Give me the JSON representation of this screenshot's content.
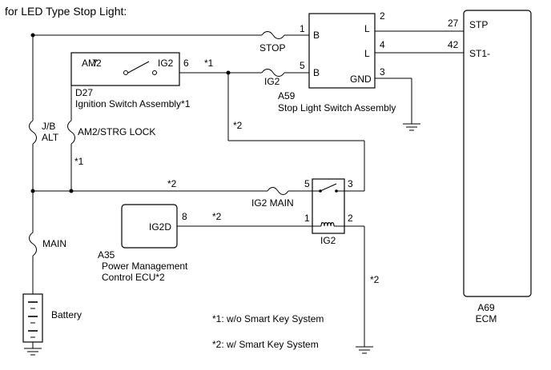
{
  "title": "for LED Type Stop Light:",
  "note_1": "*1: w/o Smart Key System",
  "note_2": "*2: w/ Smart Key System",
  "fuses": {
    "stop": "STOP",
    "ig2_top": "IG2",
    "jb": "J/B",
    "alt": "ALT",
    "am2_strg": "AM2/STRG LOCK",
    "ig2_main": "IG2 MAIN",
    "main": "MAIN"
  },
  "stop_light_switch": {
    "code": "A59",
    "name": "Stop Light Switch Assembly",
    "pins": {
      "p1": "1",
      "p5": "5",
      "p2": "2",
      "p4": "4",
      "p3": "3"
    },
    "terminals": {
      "b1": "B",
      "b2": "B",
      "l1": "L",
      "l2": "L",
      "gnd": "GND"
    }
  },
  "ignition_switch": {
    "code": "D27",
    "name": "Ignition Switch Assembly*1",
    "am2": "AM2",
    "ig2": "IG2",
    "pin_left": "7",
    "pin_right": "6"
  },
  "ecm": {
    "code": "A69",
    "name": "ECM",
    "stp": "STP",
    "st1": "ST1-",
    "pin_stp": "27",
    "pin_st1": "42"
  },
  "ig2_relay": {
    "name": "IG2",
    "pins": {
      "p5": "5",
      "p3": "3",
      "p1": "1",
      "p2": "2"
    }
  },
  "power_ecu": {
    "code": "A35",
    "name_line1": "Power Management",
    "name_line2": "Control ECU*2",
    "terminal": "IG2D",
    "pin": "8"
  },
  "battery": "Battery",
  "wire_marks": {
    "ig_out": "*1",
    "branch": "*2",
    "am2_wire": "*1",
    "bus": "*2",
    "ig2d_wire": "*2",
    "relay_gnd": "*2"
  }
}
